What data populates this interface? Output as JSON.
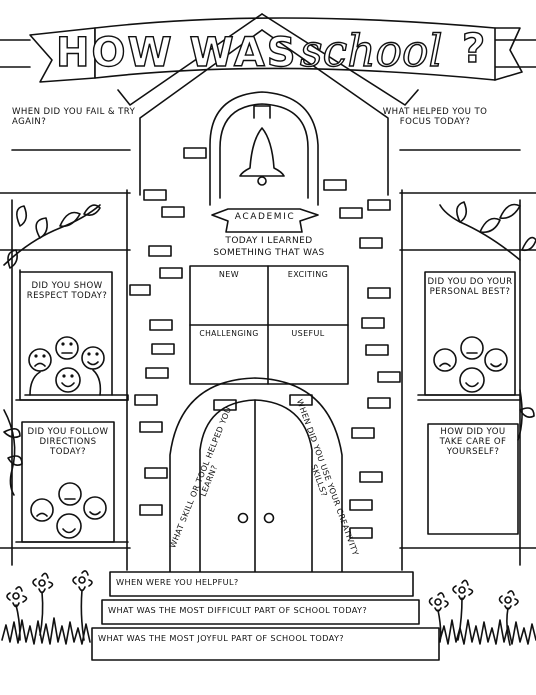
{
  "title": {
    "part1": "HOW WAS",
    "part2": "school",
    "part3": "?"
  },
  "prompts": {
    "fail_try": "WHEN DID YOU FAIL & TRY AGAIN?",
    "focus": "WHAT HELPED YOU TO FOCUS TODAY?",
    "respect": "DID YOU SHOW RESPECT TODAY?",
    "personal_best": "DID YOU DO YOUR PERSONAL BEST?",
    "directions": "DID YOU FOLLOW DIRECTIONS TODAY?",
    "take_care": "HOW DID YOU TAKE CARE OF YOURSELF?",
    "skill_tool": "WHAT SKILL OR TOOL HELPED YOU LEARN?",
    "creativity": "WHEN DID YOU USE YOUR CREATIVITY SKILLS?"
  },
  "academic": {
    "banner": "ACADEMIC",
    "intro_line1": "TODAY I LEARNED",
    "intro_line2": "SOMETHING THAT WAS",
    "cells": [
      "NEW",
      "EXCITING",
      "CHALLENGING",
      "USEFUL"
    ]
  },
  "steps": [
    "WHEN WERE YOU HELPFUL?",
    "WHAT WAS THE MOST DIFFICULT PART OF SCHOOL TODAY?",
    "WHAT WAS THE MOST JOYFUL PART OF SCHOOL TODAY?"
  ],
  "icons": [
    "bell-icon",
    "face-icons",
    "leaf-vine-icon",
    "flower-icon",
    "grass-icon"
  ]
}
